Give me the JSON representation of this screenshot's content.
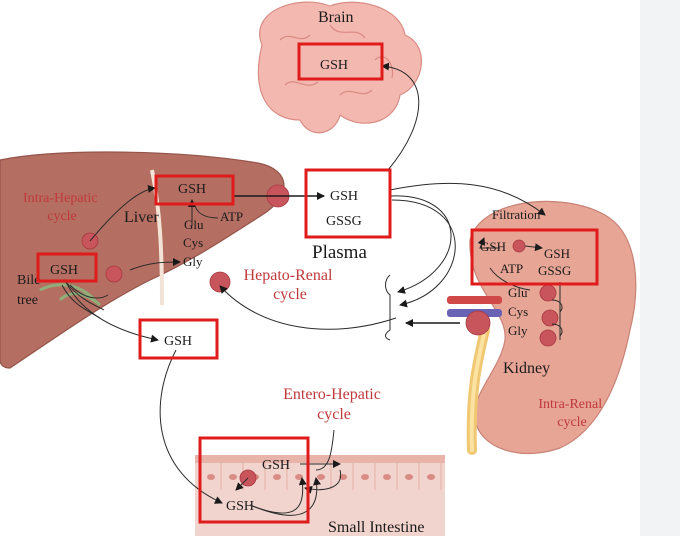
{
  "organs": {
    "brain": "Brain",
    "liver": "Liver",
    "plasma": "Plasma",
    "kidney": "Kidney",
    "bile_tree": "Bile\ntree",
    "small_intestine": "Small Intestine"
  },
  "cycles": {
    "intra_hepatic": "Intra-Hepatic\ncycle",
    "hepato_renal": "Hepato-Renal\ncycle",
    "entero_hepatic": "Entero-Hepatic\ncycle",
    "intra_renal": "Intra-Renal\ncycle"
  },
  "molecules": {
    "gsh": "GSH",
    "gssg": "GSSG",
    "atp": "ATP",
    "glu": "Glu",
    "cys": "Cys",
    "gly": "Gly",
    "filtration": "Filtration"
  },
  "colors": {
    "highlight_box": "#e01b1b",
    "cycle_label": "#c0393b",
    "liver": "#b56e62",
    "kidney": "#e7a596",
    "brain": "#f3b9b0",
    "enzyme": "#c8545c"
  }
}
